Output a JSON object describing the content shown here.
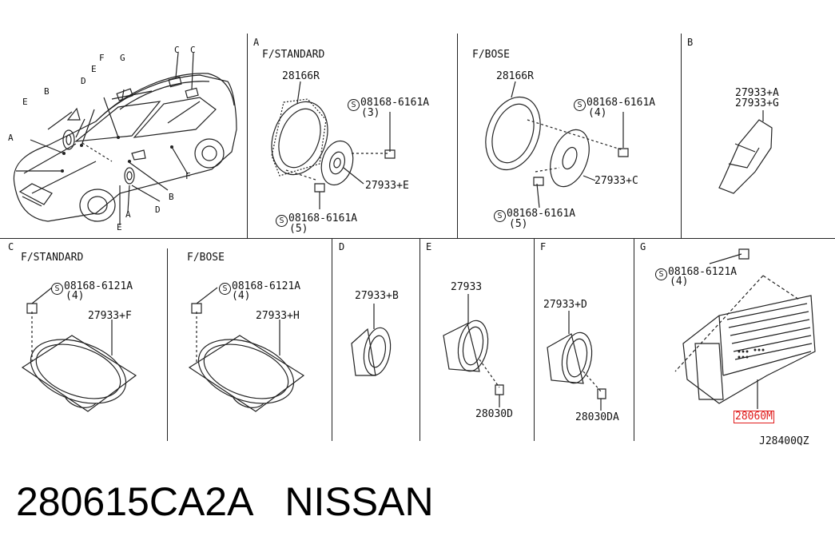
{
  "diagram_code": "J28400QZ",
  "footer": {
    "part_number": "280615CA2A",
    "brand": "NISSAN"
  },
  "overview": {
    "callouts": [
      "A",
      "B",
      "C",
      "C",
      "D",
      "E",
      "E",
      "F",
      "F",
      "G",
      "A",
      "B",
      "D",
      "E"
    ]
  },
  "panels": {
    "A": {
      "letter": "A",
      "standard": {
        "title": "F/STANDARD",
        "part_frame": "28166R",
        "bolt": "08168-6161A",
        "bolt_qty": "(3)",
        "bolt2": "08168-6161A",
        "bolt2_qty": "(5)",
        "speaker": "27933+E"
      },
      "bose": {
        "title": "F/BOSE",
        "part_frame": "28166R",
        "bolt": "08168-6161A",
        "bolt_qty": "(4)",
        "bolt2": "08168-6161A",
        "bolt2_qty": "(5)",
        "speaker": "27933+C"
      }
    },
    "B": {
      "letter": "B",
      "part1": "27933+A",
      "part2": "27933+G"
    },
    "C": {
      "letter": "C",
      "standard": {
        "title": "F/STANDARD",
        "bolt": "08168-6121A",
        "bolt_qty": "(4)",
        "speaker": "27933+F"
      },
      "bose": {
        "title": "F/BOSE",
        "bolt": "08168-6121A",
        "bolt_qty": "(4)",
        "speaker": "27933+H"
      }
    },
    "D": {
      "letter": "D",
      "speaker": "27933+B"
    },
    "E": {
      "letter": "E",
      "speaker": "27933",
      "bolt": "28030D"
    },
    "F": {
      "letter": "F",
      "speaker": "27933+D",
      "bolt": "28030DA"
    },
    "G": {
      "letter": "G",
      "bolt": "08168-6121A",
      "bolt_qty": "(4)",
      "amp": "28060M"
    }
  },
  "bolt_symbol": "S",
  "highlight_color": "#e01b1b"
}
